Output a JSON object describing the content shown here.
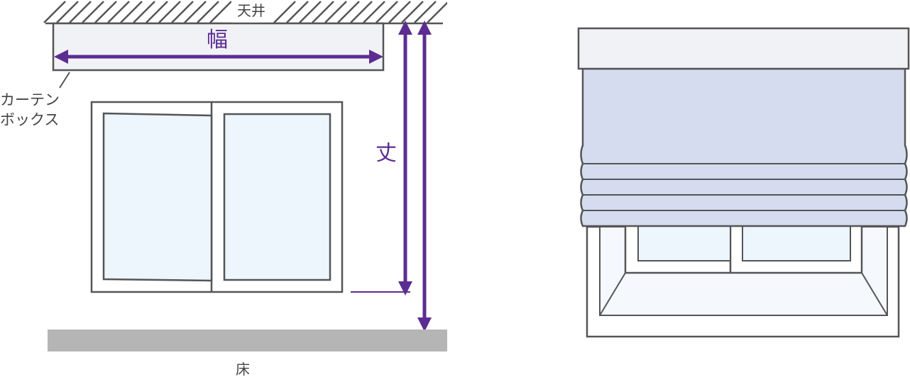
{
  "labels": {
    "ceiling": "天井",
    "width": "幅",
    "height": "丈",
    "curtain_box_line1": "カーテン",
    "curtain_box_line2": "ボックス",
    "floor": "床"
  },
  "colors": {
    "accent": "#5c2d91",
    "outline": "#555555",
    "hatch": "#555555",
    "box_fill": "#f1f2f6",
    "glass_fill": "#edf5fd",
    "shade_fill": "#d5dcf0",
    "floor_fill": "#b5b5b5",
    "label_text": "#444444"
  }
}
